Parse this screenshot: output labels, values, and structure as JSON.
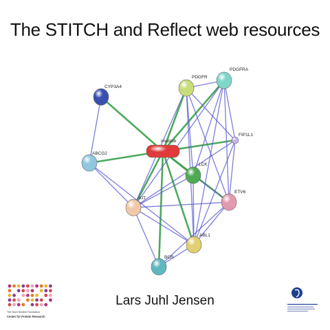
{
  "title": "The STITCH and Reflect web resources",
  "author": "Lars Juhl Jensen",
  "logo_left": {
    "line1": "The Novo Nordisk Foundation",
    "line2": "Center for Protein Research",
    "color": "#b0337a"
  },
  "logo_right": {
    "color": "#1f3f8f"
  },
  "network": {
    "nodes": [
      {
        "id": "CYP3A4",
        "label": "CYP3A4",
        "color": "#3a4fb0",
        "shape": "sphere"
      },
      {
        "id": "PDGFR",
        "label": "PDGFR",
        "color": "#c8de7a",
        "shape": "sphere"
      },
      {
        "id": "PDGFRA",
        "label": "PDGFRA",
        "color": "#7fd6c8",
        "shape": "sphere"
      },
      {
        "id": "FIP1L1",
        "label": "FIP1L1",
        "color": "#c7b2e8",
        "shape": "small"
      },
      {
        "id": "imatinib",
        "label": "imatinib",
        "color": "#e03a3a",
        "shape": "pill"
      },
      {
        "id": "ABCG2",
        "label": "ABCG2",
        "color": "#8fc7e0",
        "shape": "sphere"
      },
      {
        "id": "LCK",
        "label": "LCK",
        "color": "#4faa55",
        "shape": "sphere"
      },
      {
        "id": "ETV6",
        "label": "ETV6",
        "color": "#e29ab0",
        "shape": "sphere"
      },
      {
        "id": "KIT",
        "label": "KIT",
        "color": "#f2c9a8",
        "shape": "sphere"
      },
      {
        "id": "ABL1",
        "label": "ABL1",
        "color": "#e1cf72",
        "shape": "sphere"
      },
      {
        "id": "BCR",
        "label": "BCR",
        "color": "#5fb8c0",
        "shape": "sphere"
      }
    ],
    "edges": [
      {
        "a": "imatinib",
        "b": "CYP3A4",
        "kind": "chem"
      },
      {
        "a": "imatinib",
        "b": "ABCG2",
        "kind": "chem"
      },
      {
        "a": "imatinib",
        "b": "PDGFR",
        "kind": "chem"
      },
      {
        "a": "imatinib",
        "b": "PDGFRA",
        "kind": "chem"
      },
      {
        "a": "imatinib",
        "b": "FIP1L1",
        "kind": "chem"
      },
      {
        "a": "imatinib",
        "b": "LCK",
        "kind": "chem"
      },
      {
        "a": "imatinib",
        "b": "ETV6",
        "kind": "chem"
      },
      {
        "a": "imatinib",
        "b": "KIT",
        "kind": "chem"
      },
      {
        "a": "imatinib",
        "b": "ABL1",
        "kind": "chem"
      },
      {
        "a": "imatinib",
        "b": "BCR",
        "kind": "chem"
      },
      {
        "a": "CYP3A4",
        "b": "ABCG2",
        "kind": "prot"
      },
      {
        "a": "ABCG2",
        "b": "KIT",
        "kind": "prot"
      },
      {
        "a": "ABCG2",
        "b": "ABL1",
        "kind": "prot"
      },
      {
        "a": "PDGFR",
        "b": "PDGFRA",
        "kind": "prot"
      },
      {
        "a": "PDGFR",
        "b": "FIP1L1",
        "kind": "prot"
      },
      {
        "a": "PDGFR",
        "b": "LCK",
        "kind": "prot"
      },
      {
        "a": "PDGFR",
        "b": "ETV6",
        "kind": "prot"
      },
      {
        "a": "PDGFR",
        "b": "KIT",
        "kind": "prot"
      },
      {
        "a": "PDGFR",
        "b": "ABL1",
        "kind": "prot"
      },
      {
        "a": "PDGFRA",
        "b": "FIP1L1",
        "kind": "prot"
      },
      {
        "a": "PDGFRA",
        "b": "LCK",
        "kind": "prot"
      },
      {
        "a": "PDGFRA",
        "b": "ETV6",
        "kind": "prot"
      },
      {
        "a": "PDGFRA",
        "b": "KIT",
        "kind": "prot"
      },
      {
        "a": "PDGFRA",
        "b": "ABL1",
        "kind": "prot"
      },
      {
        "a": "FIP1L1",
        "b": "ETV6",
        "kind": "prot"
      },
      {
        "a": "FIP1L1",
        "b": "KIT",
        "kind": "prot"
      },
      {
        "a": "FIP1L1",
        "b": "ABL1",
        "kind": "prot"
      },
      {
        "a": "LCK",
        "b": "KIT",
        "kind": "prot"
      },
      {
        "a": "LCK",
        "b": "ABL1",
        "kind": "prot"
      },
      {
        "a": "LCK",
        "b": "ETV6",
        "kind": "prot"
      },
      {
        "a": "ETV6",
        "b": "ABL1",
        "kind": "prot"
      },
      {
        "a": "ETV6",
        "b": "BCR",
        "kind": "prot"
      },
      {
        "a": "ETV6",
        "b": "KIT",
        "kind": "prot"
      },
      {
        "a": "KIT",
        "b": "ABL1",
        "kind": "prot"
      },
      {
        "a": "KIT",
        "b": "BCR",
        "kind": "prot"
      },
      {
        "a": "ABL1",
        "b": "BCR",
        "kind": "prot"
      }
    ],
    "edge_colors": {
      "chem": "#3aa04a",
      "prot": "#5a5ed0"
    }
  }
}
